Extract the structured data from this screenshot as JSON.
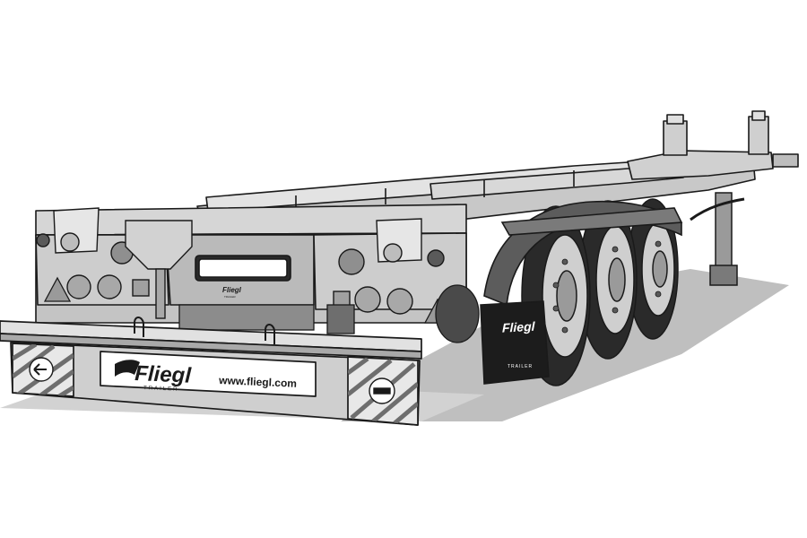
{
  "image": {
    "subject": "trailer-chassis-illustration",
    "colors": {
      "background": "#ffffff",
      "outline": "#1a1a1a",
      "frame_light": "#dcdcdc",
      "frame_mid": "#b9b9b9",
      "frame_dark": "#8c8c8c",
      "shadow": "#bfbfbf",
      "tire": "#2a2a2a",
      "mudflap": "#1c1c1c",
      "hazard_stripe": "#6e6e6e"
    }
  },
  "bumper_plate": {
    "brand": "Fliegl",
    "brand_sub": "TRAILER",
    "url": "www.fliegl.com"
  },
  "mudflap": {
    "brand": "Fliegl",
    "brand_sub": "TRAILER"
  },
  "rear_panel_badge": {
    "brand": "Fliegl",
    "brand_sub": "TRAILER"
  }
}
